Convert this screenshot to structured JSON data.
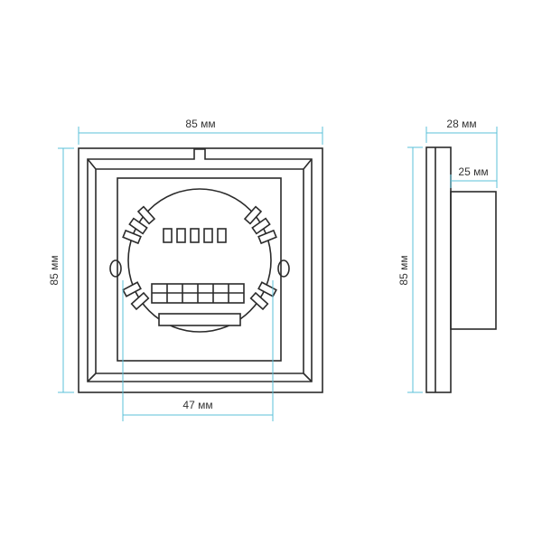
{
  "colors": {
    "outline": "#2b2b2b",
    "dimension": "#5bc0d8",
    "text": "#333333",
    "background": "#ffffff"
  },
  "dimensions": {
    "front_width": "85 мм",
    "front_height": "85 мм",
    "mount_spacing": "47 мм",
    "side_depth": "28 мм",
    "side_body_depth": "25 мм",
    "side_height": "85 мм"
  }
}
